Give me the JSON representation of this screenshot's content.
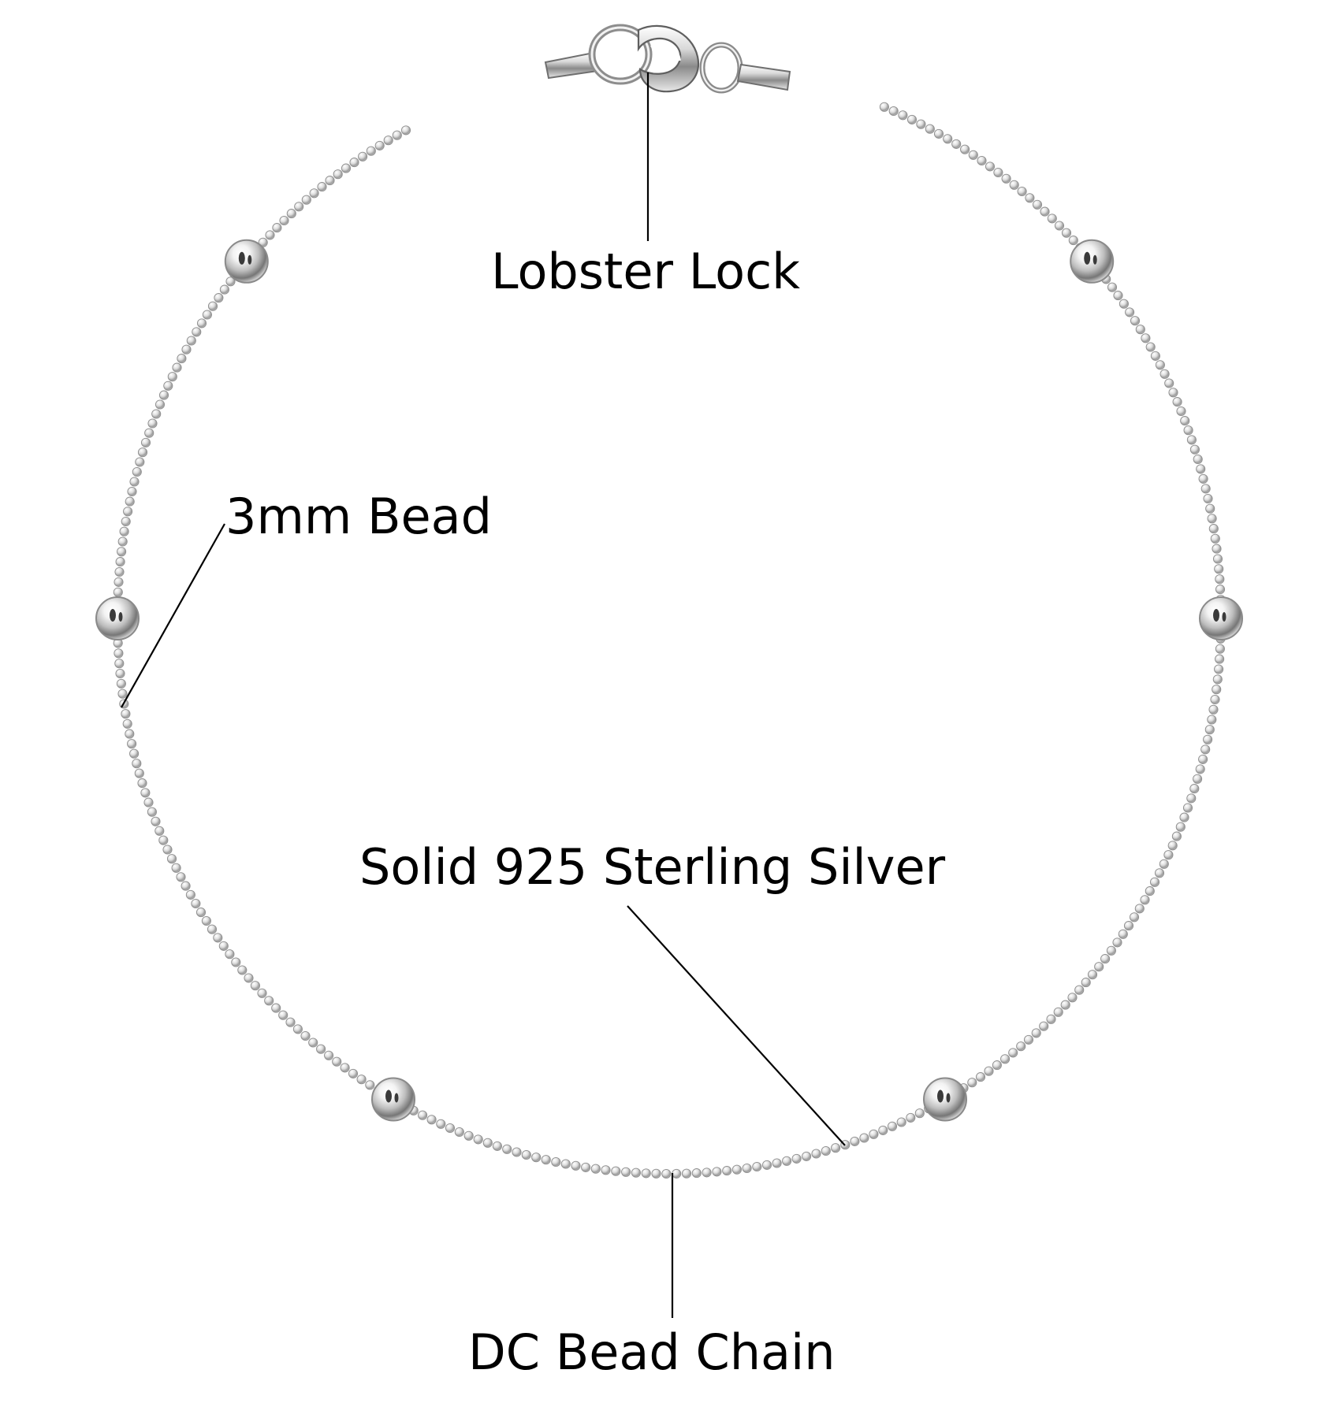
{
  "labels": {
    "lobster_lock": "Lobster Lock",
    "bead": "3mm Bead",
    "silver": "Solid 925 Sterling Silver",
    "chain": "DC Bead Chain"
  },
  "colors": {
    "background": "#ffffff",
    "text": "#000000",
    "leader_line": "#000000",
    "silver_light": "#f4f4f4",
    "silver_mid": "#c9c9c9",
    "silver_dark": "#7c7c7c",
    "silver_shadow": "#3b3b3b"
  },
  "components": {
    "large_bead_count": 6,
    "clasp": "lobster-clasp-icon",
    "chain": "diamond-cut-bead-chain"
  }
}
